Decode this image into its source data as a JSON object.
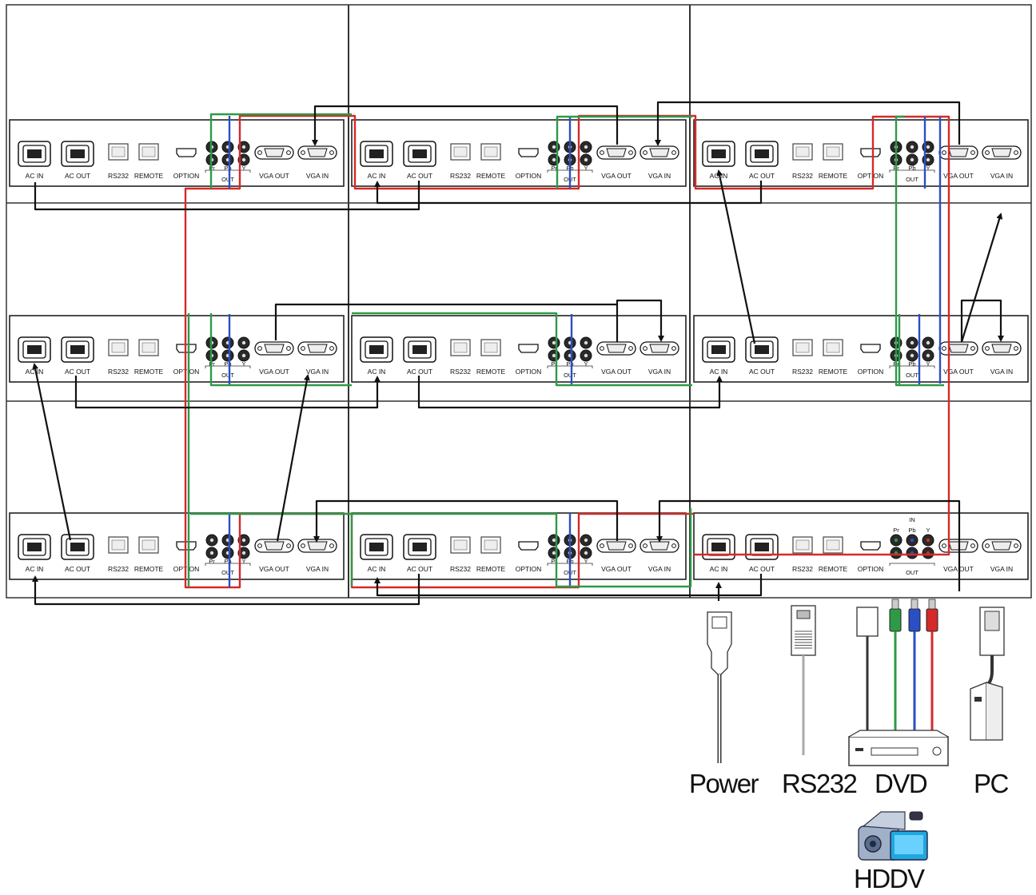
{
  "port_labels": {
    "ac_in": "AC IN",
    "ac_out": "AC OUT",
    "rs232": "RS232",
    "remote": "REMOTE",
    "option": "OPTION",
    "vga_out": "VGA OUT",
    "vga_in": "VGA IN",
    "comp_out": "OUT",
    "comp_in": "IN",
    "pr": "Pr",
    "pb": "Pb",
    "y": "Y"
  },
  "sources": {
    "power": "Power",
    "rs232": "RS232",
    "dvd": "DVD",
    "pc": "PC",
    "hddv": "HDDV"
  },
  "colors": {
    "cable_black": "#111111",
    "cable_red": "#d42a2a",
    "cable_green": "#2e9a47",
    "cable_blue": "#2a4fc4",
    "panel_border": "#222222"
  }
}
